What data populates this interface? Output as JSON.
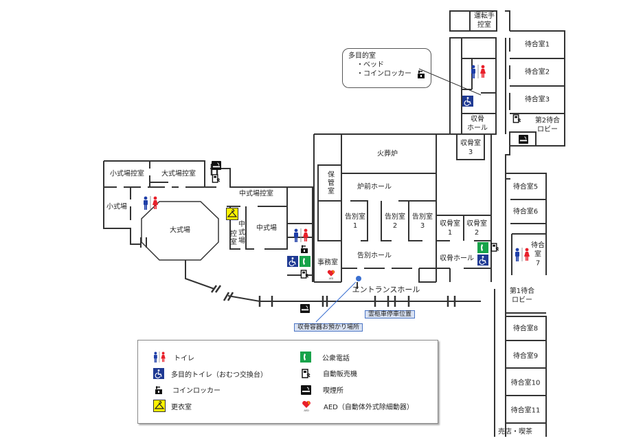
{
  "rooms": {
    "driver_room": "運転手\n控室",
    "waiting_1": "待合室1",
    "waiting_2": "待合室2",
    "waiting_3": "待合室3",
    "lobby_2": "第2待合\nロビー",
    "waiting_5": "待合室5",
    "waiting_6": "待合室6",
    "waiting_7": "待合\n室\n7",
    "lobby_1": "第1待合\nロビー",
    "waiting_8": "待合室8",
    "waiting_9": "待合室9",
    "waiting_10": "待合室10",
    "waiting_11": "待合室11",
    "shop": "売店・喫茶",
    "bone_hall_upper": "収骨\nホール",
    "bone_room_3": "収骨室\n3",
    "furnace": "火葬炉",
    "furnace_hall": "炉前ホール",
    "storage": "保管室",
    "farewell_1": "告別室\n1",
    "farewell_2": "告別室\n2",
    "farewell_3": "告別室\n3",
    "bone_room_1": "収骨室\n1",
    "bone_room_2": "収骨室\n2",
    "farewell_hall": "告別ホール",
    "bone_hall": "収骨ホール",
    "office": "事務室",
    "entrance_hall": "エントランスホール",
    "small_hall_wait": "小式場控室",
    "large_hall_wait": "大式場控室",
    "small_hall": "小式場",
    "large_hall": "大式場",
    "mid_hall_wait": "中式場控室",
    "mid_hall_wait_v": "控室",
    "mid_hall_v": "中式場",
    "mid_hall": "中式場"
  },
  "callout": {
    "title": "多目的室",
    "items": [
      "・ベッド",
      "・コインロッカー"
    ]
  },
  "tags": {
    "hearse": "霊柩車停車位置",
    "urn_storage": "収骨容器お預かり場所"
  },
  "legend": [
    {
      "icon": "toilet",
      "label": "トイレ"
    },
    {
      "icon": "accessible-toilet",
      "label": "多目的トイレ（おむつ交換台）"
    },
    {
      "icon": "coin-locker",
      "label": "コインロッカー"
    },
    {
      "icon": "changing-room",
      "label": "更衣室"
    },
    {
      "icon": "public-phone",
      "label": "公衆電話"
    },
    {
      "icon": "vending-machine",
      "label": "自動販売機"
    },
    {
      "icon": "smoking-area",
      "label": "喫煙所"
    },
    {
      "icon": "aed",
      "label": "AED（自動体外式除細動器）"
    }
  ],
  "colors": {
    "male": "#1f3fa8",
    "female": "#e8202a",
    "accessible": "#1f3a93",
    "phone": "#17a34a",
    "hanger_bg": "#fff200",
    "marker": "#3a6fd0",
    "tag_bg": "#d9e2f3"
  }
}
